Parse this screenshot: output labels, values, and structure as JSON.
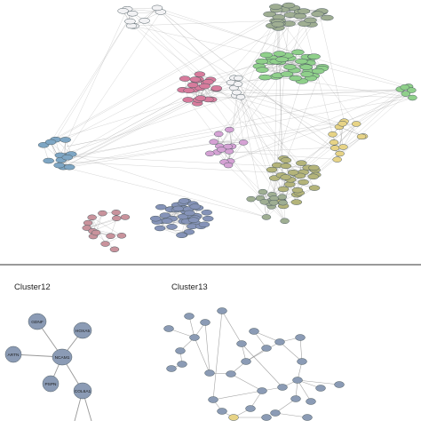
{
  "colors": {
    "edge": "#8c8c8c",
    "divider": "#333333",
    "blue": "#7ea6c4",
    "green": "#8fd08a",
    "pink": "#d77b9c",
    "mauve": "#c9939c",
    "periwinkle": "#8593b8",
    "slate": "#8b9bb5",
    "white_node": "#f2f2f4",
    "yellow": "#e7d386",
    "olive": "#b4b47a",
    "grey_green": "#9fae92",
    "lilac": "#d5a2d4"
  },
  "top_panel": {
    "description_free": true
  },
  "cluster12": {
    "title": "Cluster12",
    "nodes": [
      {
        "id": "GDNF",
        "label": "GDNF"
      },
      {
        "id": "HOXA5",
        "label": "HOXA5"
      },
      {
        "id": "ARTN",
        "label": "ARTN"
      },
      {
        "id": "NCAM1",
        "label": "NCAM1"
      },
      {
        "id": "PSPN",
        "label": "PSPN"
      },
      {
        "id": "COL6A1",
        "label": "COL6A1"
      }
    ],
    "edges": [
      [
        "NCAM1",
        "GDNF"
      ],
      [
        "NCAM1",
        "HOXA5"
      ],
      [
        "NCAM1",
        "ARTN"
      ],
      [
        "NCAM1",
        "PSPN"
      ],
      [
        "NCAM1",
        "COL6A1"
      ]
    ]
  },
  "cluster13": {
    "title": "Cluster13"
  }
}
